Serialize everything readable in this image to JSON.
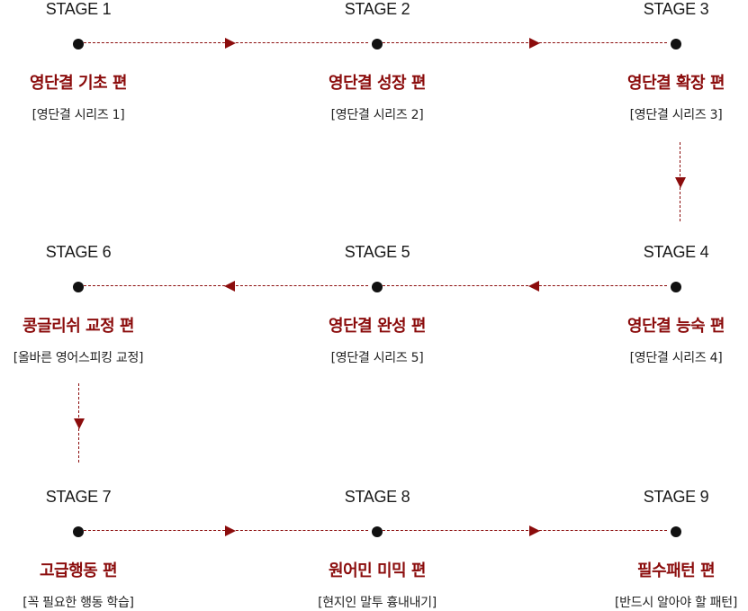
{
  "stages": [
    {
      "label": "STAGE 1",
      "title": "영단결 기초 편",
      "sub": "[영단결 시리즈 1]"
    },
    {
      "label": "STAGE 2",
      "title": "영단결 성장 편",
      "sub": "[영단결 시리즈 2]"
    },
    {
      "label": "STAGE 3",
      "title": "영단결 확장 편",
      "sub": "[영단결 시리즈 3]"
    },
    {
      "label": "STAGE 4",
      "title": "영단결 능숙 편",
      "sub": "[영단결 시리즈 4]"
    },
    {
      "label": "STAGE 5",
      "title": "영단결 완성 편",
      "sub": "[영단결 시리즈 5]"
    },
    {
      "label": "STAGE 6",
      "title": "콩글리쉬 교정 편",
      "sub": "[올바른 영어스피킹 교정]"
    },
    {
      "label": "STAGE 7",
      "title": "고급행동 편",
      "sub": "[꼭 필요한 행동 학습]"
    },
    {
      "label": "STAGE 8",
      "title": "원어민 미믹 편",
      "sub": "[현지인 말투 흉내내기]"
    },
    {
      "label": "STAGE 9",
      "title": "필수패턴 편",
      "sub": "[반드시 알아야 할 패턴]"
    }
  ],
  "colors": {
    "accent": "#8b0c0c",
    "dot": "#111111"
  }
}
